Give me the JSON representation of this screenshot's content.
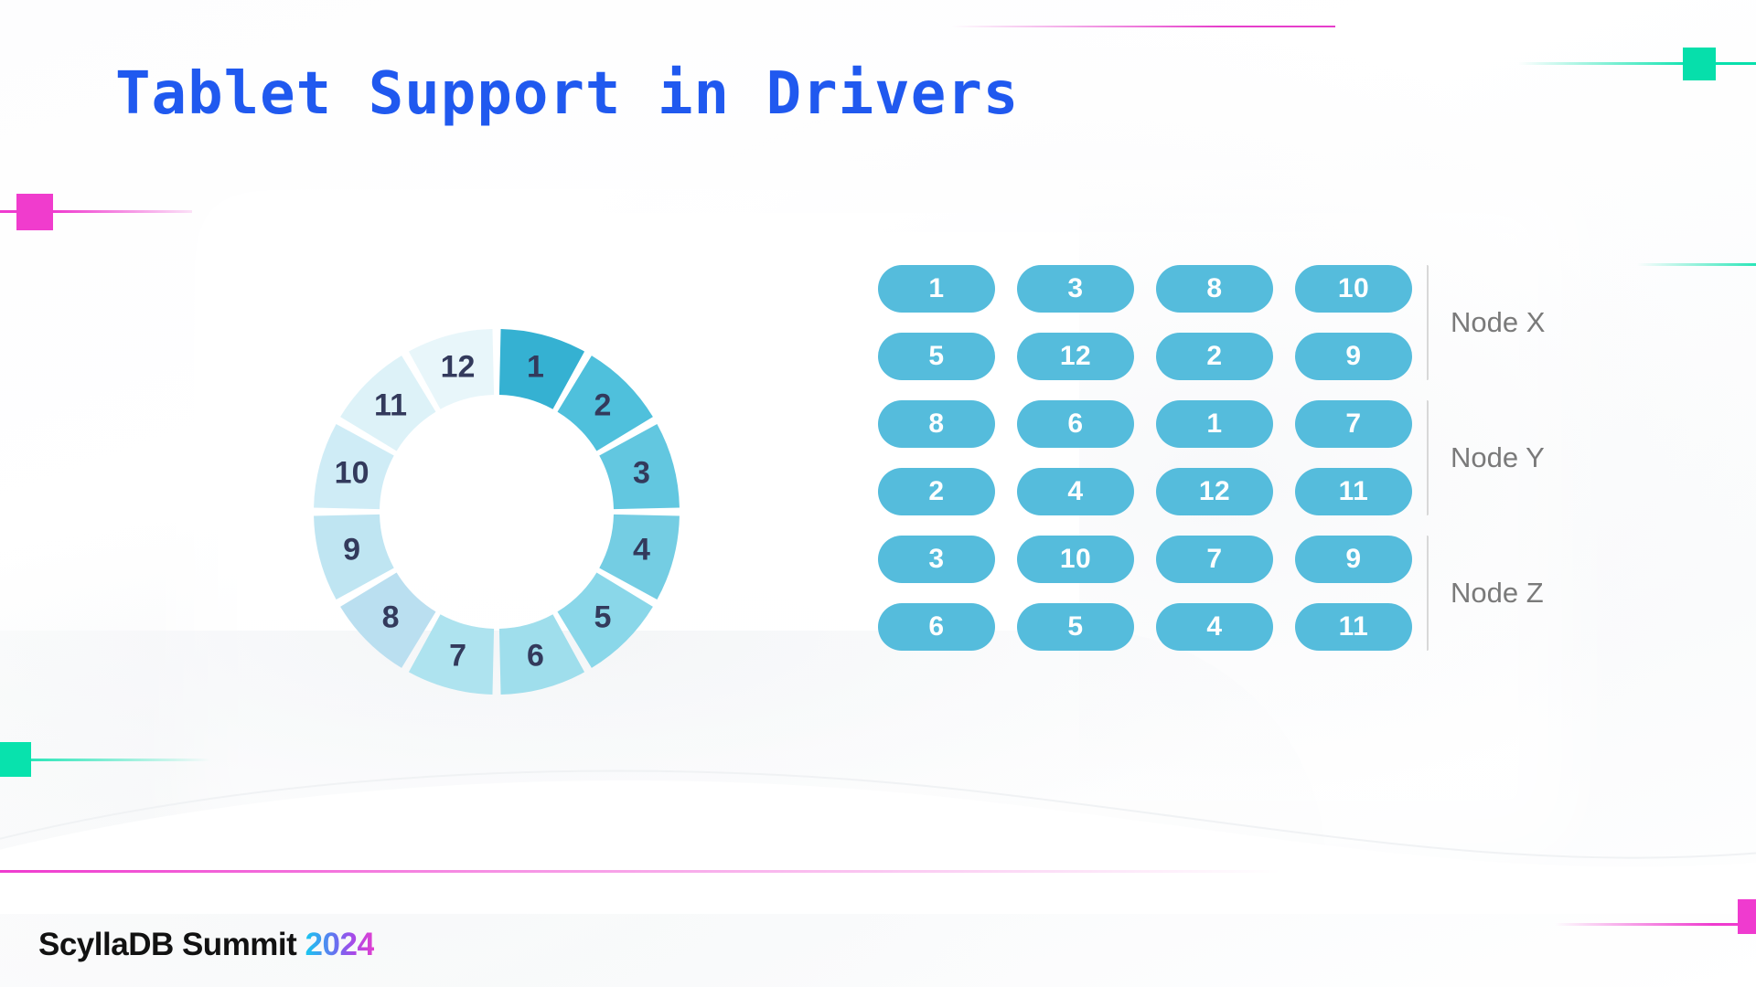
{
  "slide": {
    "title": "Tablet Support in Drivers"
  },
  "footer": {
    "brand": "ScyllaDB Summit",
    "year": "2024"
  },
  "donut": {
    "segments": [
      {
        "label": "1",
        "color": "#35b1d2"
      },
      {
        "label": "2",
        "color": "#4fc0dc"
      },
      {
        "label": "3",
        "color": "#62c7e0"
      },
      {
        "label": "4",
        "color": "#74cde3"
      },
      {
        "label": "5",
        "color": "#8ad7e9"
      },
      {
        "label": "6",
        "color": "#9fdeec"
      },
      {
        "label": "7",
        "color": "#aee3ef"
      },
      {
        "label": "8",
        "color": "#badff0"
      },
      {
        "label": "9",
        "color": "#bfe5f2"
      },
      {
        "label": "10",
        "color": "#cfecf6"
      },
      {
        "label": "11",
        "color": "#ddf2f8"
      },
      {
        "label": "12",
        "color": "#e8f6fa"
      }
    ],
    "center_color": "#ffffff",
    "label_color": "#333a5c"
  },
  "nodes": [
    {
      "name": "Node X",
      "rows": [
        [
          "1",
          "3",
          "8",
          "10"
        ],
        [
          "5",
          "12",
          "2",
          "9"
        ]
      ]
    },
    {
      "name": "Node Y",
      "rows": [
        [
          "8",
          "6",
          "1",
          "7"
        ],
        [
          "2",
          "4",
          "12",
          "11"
        ]
      ]
    },
    {
      "name": "Node Z",
      "rows": [
        [
          "3",
          "10",
          "7",
          "9"
        ],
        [
          "6",
          "5",
          "4",
          "11"
        ]
      ]
    }
  ],
  "theme": {
    "title_color": "#2059ef",
    "pill_color": "#55bcdc",
    "pill_text_color": "#ffffff",
    "node_label_color": "#7a7a7a",
    "accent_magenta": "#ef3bcf",
    "accent_teal": "#07e6b0",
    "background": "#ffffff"
  },
  "chart_data": {
    "type": "pie",
    "title": "Tablet ring (12 tablets)",
    "categories": [
      "1",
      "2",
      "3",
      "4",
      "5",
      "6",
      "7",
      "8",
      "9",
      "10",
      "11",
      "12"
    ],
    "values": [
      1,
      1,
      1,
      1,
      1,
      1,
      1,
      1,
      1,
      1,
      1,
      1
    ],
    "notes": "Equal-sized donut segments labelled 1..12 clockwise starting at 12 o'clock; fill lightens progressively from segment 1 (dark teal) to segment 12 (near white).",
    "legend": "none",
    "grid": false
  }
}
